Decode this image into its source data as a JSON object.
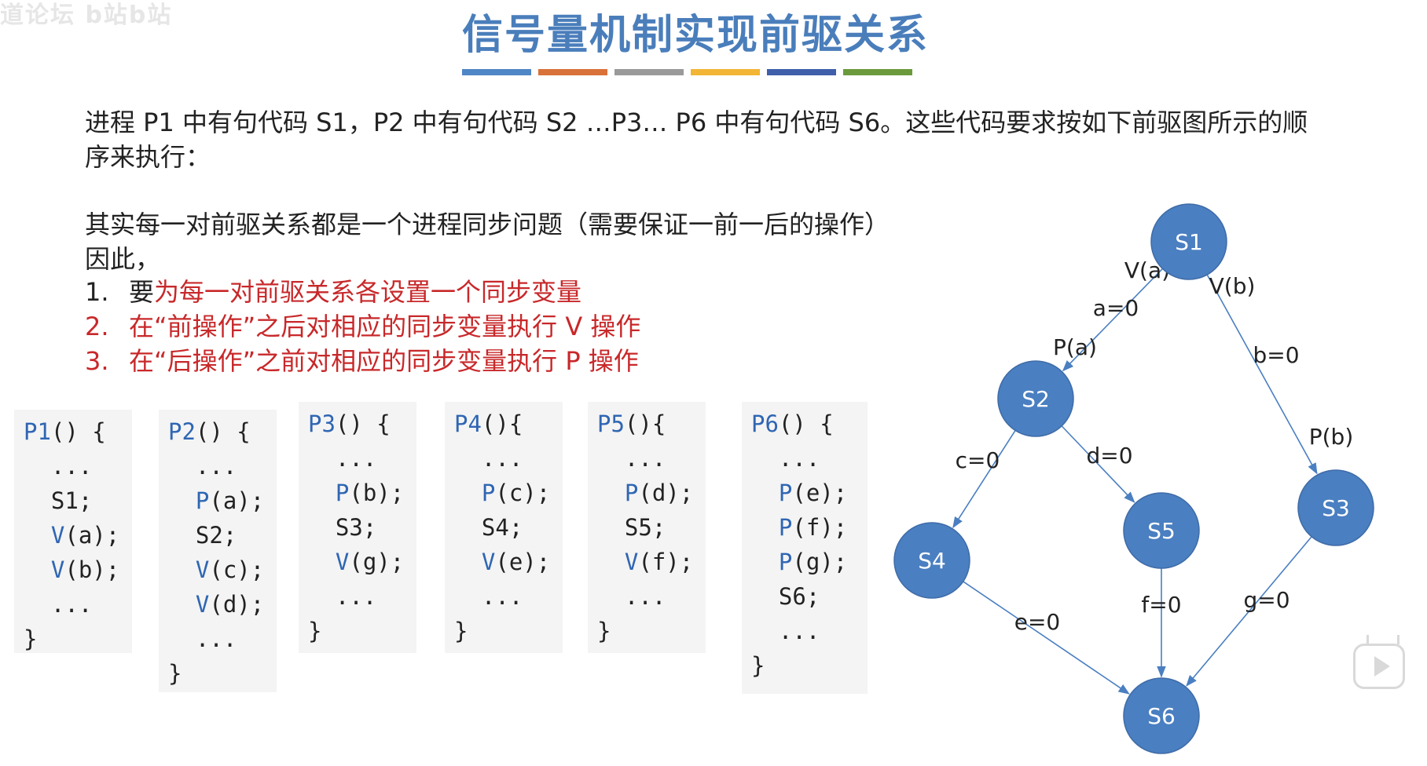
{
  "watermark": "道论坛 b站b站",
  "title": "信号量机制实现前驱关系",
  "color_bar": [
    "#4f86c6",
    "#d9713a",
    "#9a9a9a",
    "#f2b535",
    "#3f5faa",
    "#6b9a3c"
  ],
  "intro": "进程 P1 中有句代码 S1，P2 中有句代码 S2 …P3… P6 中有句代码 S6。这些代码要求按如下前驱图所示的顺序来执行：",
  "reason": {
    "line1": "其实每一对前驱关系都是一个进程同步问题（需要保证一前一后的操作）",
    "line2": "因此，"
  },
  "steps": [
    {
      "num": "1.",
      "prefix": "要",
      "text": "为每一对前驱关系各设置一个同步变量"
    },
    {
      "num": "2.",
      "text": "在“前操作”之后对相应的同步变量执行 V 操作"
    },
    {
      "num": "3.",
      "text": "在“后操作”之前对相应的同步变量执行 P 操作"
    }
  ],
  "code_blocks": [
    {
      "name": "p1",
      "lines": [
        [
          "P1() {",
          "head"
        ],
        [
          "  ...",
          ""
        ],
        [
          "  S1;",
          ""
        ],
        [
          "  V(a);",
          "vp"
        ],
        [
          "  V(b);",
          "vp"
        ],
        [
          "  ...",
          ""
        ],
        [
          "}",
          ""
        ]
      ]
    },
    {
      "name": "p2",
      "lines": [
        [
          "P2() {",
          "head"
        ],
        [
          "  ...",
          ""
        ],
        [
          "  P(a);",
          "vp"
        ],
        [
          "  S2;",
          ""
        ],
        [
          "  V(c);",
          "vp"
        ],
        [
          "  V(d);",
          "vp"
        ],
        [
          "  ...",
          ""
        ],
        [
          "}",
          ""
        ]
      ]
    },
    {
      "name": "p3",
      "lines": [
        [
          "P3() {",
          "head"
        ],
        [
          "  ...",
          ""
        ],
        [
          "  P(b);",
          "vp"
        ],
        [
          "  S3;",
          ""
        ],
        [
          "  V(g);",
          "vp"
        ],
        [
          "  ...",
          ""
        ],
        [
          "}",
          ""
        ]
      ]
    },
    {
      "name": "p4",
      "lines": [
        [
          "P4(){",
          "head"
        ],
        [
          "  ...",
          ""
        ],
        [
          "  P(c);",
          "vp"
        ],
        [
          "  S4;",
          ""
        ],
        [
          "  V(e);",
          "vp"
        ],
        [
          "  ...",
          ""
        ],
        [
          "}",
          ""
        ]
      ]
    },
    {
      "name": "p5",
      "lines": [
        [
          "P5(){",
          "head"
        ],
        [
          "  ...",
          ""
        ],
        [
          "  P(d);",
          "vp"
        ],
        [
          "  S5;",
          ""
        ],
        [
          "  V(f);",
          "vp"
        ],
        [
          "  ...",
          ""
        ],
        [
          "}",
          ""
        ]
      ]
    },
    {
      "name": "p6",
      "lines": [
        [
          "P6() {",
          "head"
        ],
        [
          "  ...",
          ""
        ],
        [
          "  P(e);",
          "vp"
        ],
        [
          "  P(f);",
          "vp"
        ],
        [
          "  P(g);",
          "vp"
        ],
        [
          "  S6;",
          ""
        ],
        [
          "  ...",
          ""
        ],
        [
          "}",
          ""
        ]
      ]
    }
  ],
  "graph": {
    "node_color": "#4a7fc1",
    "nodes": [
      {
        "id": "S1",
        "label": "S1"
      },
      {
        "id": "S2",
        "label": "S2"
      },
      {
        "id": "S3",
        "label": "S3"
      },
      {
        "id": "S4",
        "label": "S4"
      },
      {
        "id": "S5",
        "label": "S5"
      },
      {
        "id": "S6",
        "label": "S6"
      }
    ],
    "edges": [
      {
        "from": "S1",
        "to": "S2",
        "labels": [
          "V(a)",
          "a=0",
          "P(a)"
        ]
      },
      {
        "from": "S1",
        "to": "S3",
        "labels": [
          "V(b)",
          "b=0",
          "P(b)"
        ]
      },
      {
        "from": "S2",
        "to": "S4",
        "labels": [
          "c=0"
        ]
      },
      {
        "from": "S2",
        "to": "S5",
        "labels": [
          "d=0"
        ]
      },
      {
        "from": "S4",
        "to": "S6",
        "labels": [
          "e=0"
        ]
      },
      {
        "from": "S5",
        "to": "S6",
        "labels": [
          "f=0"
        ]
      },
      {
        "from": "S3",
        "to": "S6",
        "labels": [
          "g=0"
        ]
      }
    ]
  }
}
